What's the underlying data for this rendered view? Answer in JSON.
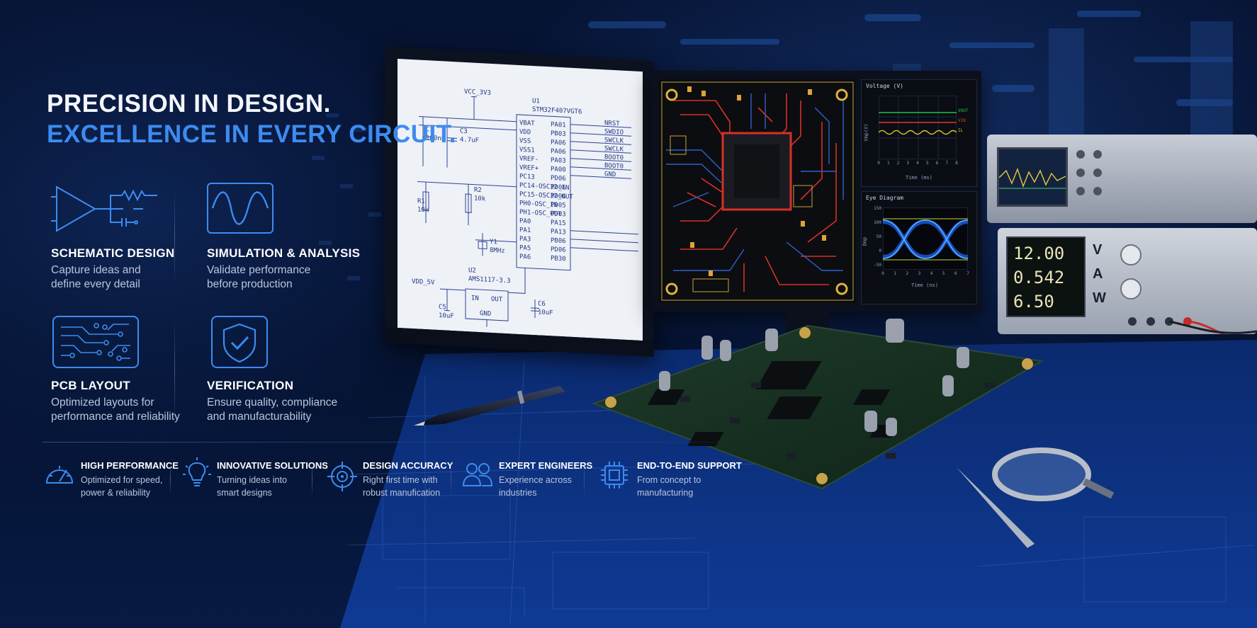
{
  "headline": {
    "line1": "PRECISION IN DESIGN.",
    "line2": "EXCELLENCE IN EVERY CIRCUIT."
  },
  "features": [
    {
      "title": "SCHEMATIC DESIGN",
      "desc1": "Capture ideas and",
      "desc2": "define every detail",
      "icon": "schematic-icon"
    },
    {
      "title": "SIMULATION & ANALYSIS",
      "desc1": "Validate performance",
      "desc2": "before production",
      "icon": "waveform-icon"
    },
    {
      "title": "PCB LAYOUT",
      "desc1": "Optimized layouts for",
      "desc2": "performance and reliability",
      "icon": "pcb-icon"
    },
    {
      "title": "VERIFICATION",
      "desc1": "Ensure quality, compliance",
      "desc2": "and manufacturability",
      "icon": "shield-check-icon"
    }
  ],
  "benefits": [
    {
      "title": "HIGH PERFORMANCE",
      "desc1": "Optimized for speed,",
      "desc2": "power & reliability",
      "icon": "speedometer-icon"
    },
    {
      "title": "INNOVATIVE SOLUTIONS",
      "desc1": "Turning ideas into",
      "desc2": "smart designs",
      "icon": "lightbulb-icon"
    },
    {
      "title": "DESIGN ACCURACY",
      "desc1": "Right first time with",
      "desc2": "robust manufication",
      "icon": "target-icon"
    },
    {
      "title": "EXPERT ENGINEERS",
      "desc1": "Experience across",
      "desc2": "industries",
      "icon": "people-icon"
    },
    {
      "title": "END-TO-END SUPPORT",
      "desc1": "From concept to",
      "desc2": "manufacturing",
      "icon": "chip-icon"
    }
  ],
  "schematic": {
    "vcc": "VCC_3V3",
    "u1": "U1",
    "u1_part": "STM32F407VGT6",
    "c1": "C1",
    "c1_val": "100nF",
    "c3": "C3",
    "c3_val": "4.7uF",
    "r1": "R1",
    "r1_val": "10k",
    "r2": "R2",
    "r2_val": "10k",
    "y1": "Y1",
    "y1_val": "8MHz",
    "u2": "U2",
    "u2_part": "AMS1117-3.3",
    "vdd5": "VDD_5V",
    "c5": "C5",
    "c5_val": "10uF",
    "c6": "C6",
    "c6_val": "10uF",
    "reg_in": "IN",
    "reg_out": "OUT",
    "reg_gnd": "GND",
    "left_pins": [
      "VBAT",
      "VDD",
      "VSS",
      "VSS1",
      "VREF-",
      "VREF+",
      "PC13",
      "PC14-OSC32_IN",
      "PC15-OSC32_OUT",
      "PH0-OSC_IN",
      "PH1-OSC_OUT",
      "PA0",
      "PA1",
      "PA3",
      "PA5",
      "PA6"
    ],
    "right_pins": [
      "PA01",
      "PB03",
      "PA06",
      "PA06",
      "PA03",
      "PA00",
      "PD06",
      "PD06",
      "PD06",
      "PD05",
      "PD03",
      "PA15",
      "PA13",
      "PB06",
      "PD06",
      "PB30"
    ],
    "net_labels": [
      "NRST",
      "SWDIO",
      "SWCLK",
      "SWCLK",
      "BOOT0",
      "BOOT0",
      "GND"
    ]
  },
  "scope": {
    "top_title": "Voltage (V)",
    "top_xlabel": "Time (ms)",
    "top_ylabel": "Vmp(V)",
    "top_legend": [
      "VOUT",
      "VIN",
      "IL"
    ],
    "top_xticks": [
      "0",
      "1",
      "2",
      "3",
      "4",
      "5",
      "6",
      "7",
      "8"
    ],
    "bottom_title": "Eye Diagram",
    "bottom_xlabel": "Time (ns)",
    "bottom_ylabel": "Dmp",
    "bottom_yticks": [
      "150",
      "100",
      "50",
      "0",
      "-50"
    ],
    "bottom_xticks": [
      "0",
      "1",
      "2",
      "3",
      "4",
      "5",
      "6",
      "7"
    ]
  },
  "psu": {
    "voltage": "12.00",
    "voltage_unit": "V",
    "current": "0.542",
    "current_unit": "A",
    "power": "6.50",
    "power_unit": "W"
  },
  "colors": {
    "accent": "#3d8bf0",
    "background": "#05122e",
    "pcb_trace_red": "#e0302a",
    "pcb_trace_blue": "#2f5fd0"
  }
}
